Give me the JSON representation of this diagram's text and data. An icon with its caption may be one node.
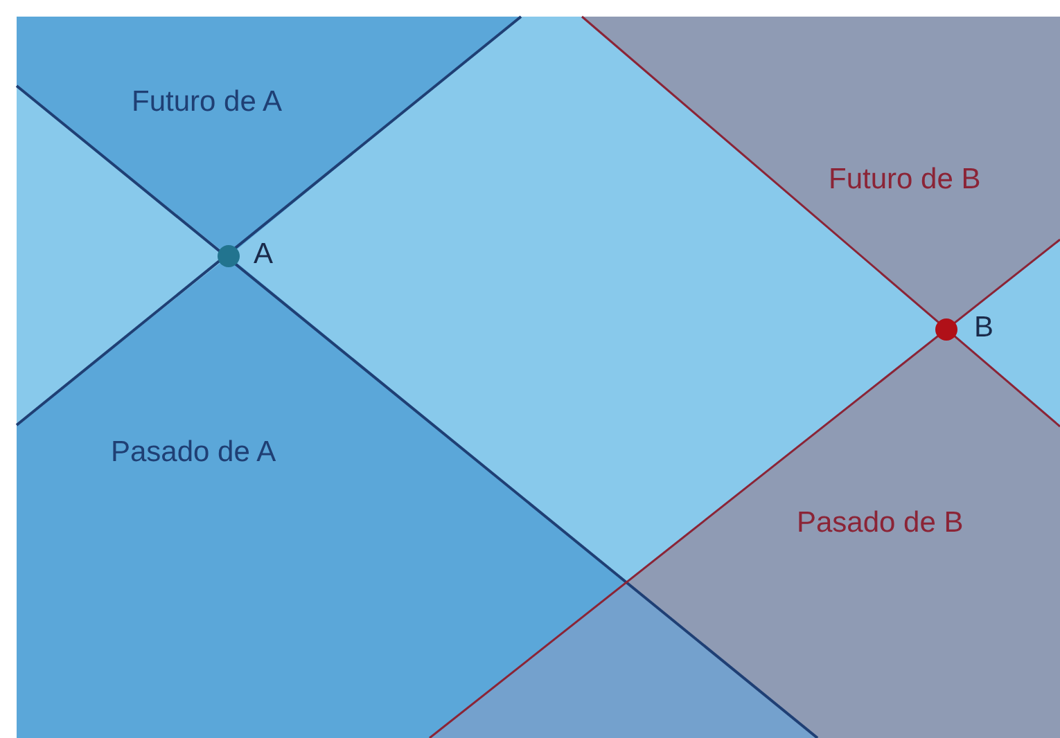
{
  "diagram": {
    "nodes": [
      {
        "text": [
          "Futuro de A"
        ]
      },
      {
        "text": [
          "Futuro de B"
        ]
      },
      {
        "text": [
          "Pasado de A"
        ]
      },
      {
        "text": [
          "Pasado de B"
        ]
      }
    ],
    "labels": [
      "A",
      "B"
    ]
  }
}
